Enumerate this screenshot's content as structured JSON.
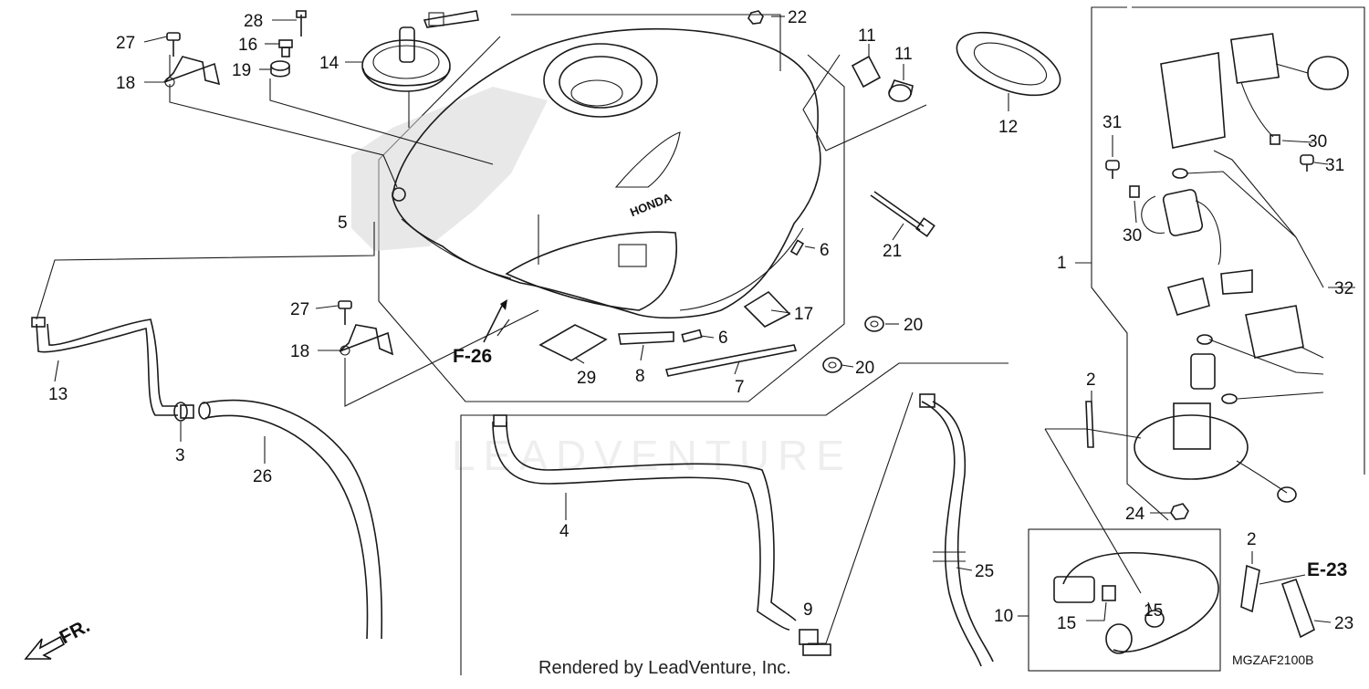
{
  "callouts": {
    "c1": "1",
    "c2a": "2",
    "c2b": "2",
    "c3": "3",
    "c4": "4",
    "c5": "5",
    "c6a": "6",
    "c6b": "6",
    "c7": "7",
    "c8": "8",
    "c9": "9",
    "c10": "10",
    "c11a": "11",
    "c11b": "11",
    "c12": "12",
    "c13": "13",
    "c14": "14",
    "c15a": "15",
    "c15b": "15",
    "c16": "16",
    "c17": "17",
    "c18a": "18",
    "c18b": "18",
    "c19": "19",
    "c20a": "20",
    "c20b": "20",
    "c21": "21",
    "c22": "22",
    "c23": "23",
    "c24": "24",
    "c25": "25",
    "c26": "26",
    "c27a": "27",
    "c27b": "27",
    "c28": "28",
    "c29": "29",
    "c30a": "30",
    "c30b": "30",
    "c31a": "31",
    "c31b": "31",
    "c32": "32"
  },
  "references": {
    "f26": "F-26",
    "e23": "E-23",
    "front": "FR."
  },
  "brand_mark": "HONDA",
  "watermark": "LEADVENTURE",
  "footer": {
    "rendered_by": "Rendered by LeadVenture, Inc.",
    "diagram_code": "MGZAF2100B"
  }
}
